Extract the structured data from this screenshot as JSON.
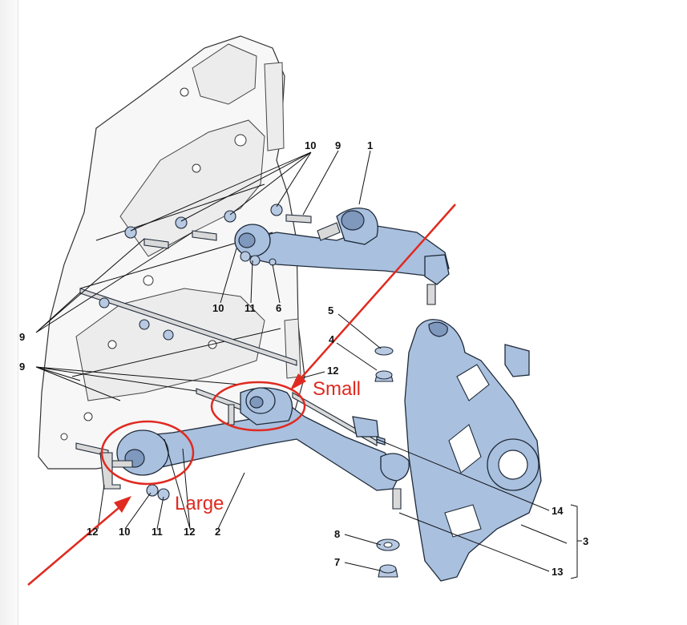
{
  "labels": {
    "l1": "1",
    "l2": "2",
    "l3": "3",
    "l4": "4",
    "l5": "5",
    "l6": "6",
    "l7": "7",
    "l8": "8",
    "l9a": "9",
    "l9b": "9",
    "l9c": "9",
    "l10a": "10",
    "l10b": "10",
    "l10c": "10",
    "l11a": "11",
    "l11b": "11",
    "l12a": "12",
    "l12b": "12",
    "l12c": "12",
    "l13": "13",
    "l14": "14"
  },
  "annotations": {
    "small": "Small",
    "large": "Large"
  },
  "colors": {
    "part_fill": "#a9c0df",
    "annotation_red": "#e02a20"
  }
}
